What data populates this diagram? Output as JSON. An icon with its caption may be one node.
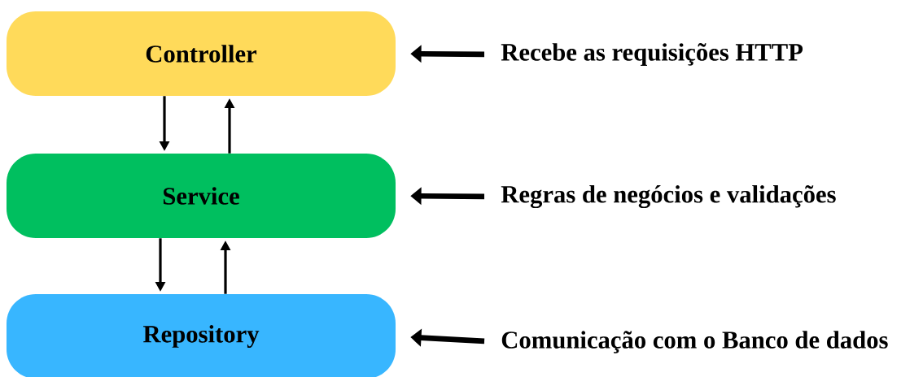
{
  "diagram": {
    "nodes": [
      {
        "text": [
          "Controller"
        ]
      },
      {
        "text": [
          "Service"
        ]
      },
      {
        "text": [
          "Repository"
        ]
      },
      {
        "text": [
          "Recebe as requisições HTTP"
        ]
      },
      {
        "text": [
          "Regras de negócios e validações"
        ]
      },
      {
        "text": [
          "Comunicação com o Banco de dados"
        ]
      }
    ],
    "edges": [
      {
        "from": 0,
        "to": 1,
        "arrow": "to"
      },
      {
        "from": 1,
        "to": 0,
        "arrow": "to"
      },
      {
        "from": 1,
        "to": 2,
        "arrow": "to"
      },
      {
        "from": 2,
        "to": 1,
        "arrow": "to"
      },
      {
        "from": 3,
        "to": 0,
        "arrow": "to",
        "style": "thick"
      },
      {
        "from": 4,
        "to": 1,
        "arrow": "to",
        "style": "thick"
      },
      {
        "from": 5,
        "to": 2,
        "arrow": "to",
        "style": "thick"
      }
    ]
  }
}
